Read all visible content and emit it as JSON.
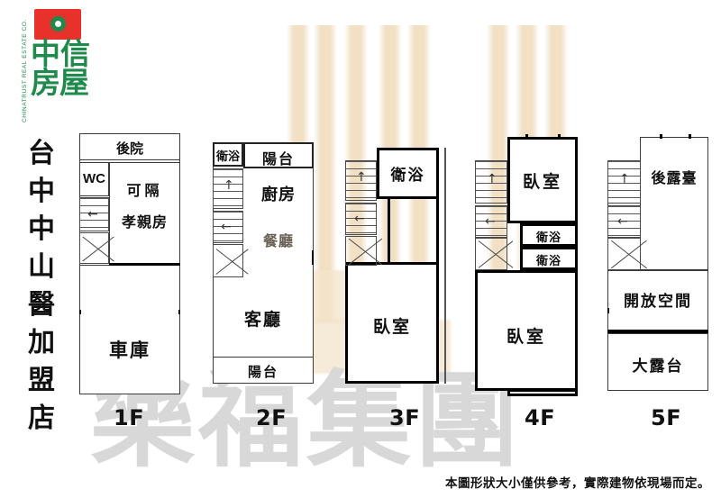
{
  "brand": {
    "name_chars": [
      "中信",
      "房屋"
    ],
    "english": "CHINATRUST REAL ESTATE CO.",
    "logo_color": "#1f8a4c",
    "mark_color": "#e8312a"
  },
  "shop_title": "台中中山醫加盟店",
  "watermark": {
    "text": "樂福集團",
    "color": "#d8d8d8"
  },
  "disclaimer": "本圖形狀大小僅供參考，實際建物依現場而定。",
  "floors": [
    {
      "label": "1F",
      "rooms": [
        {
          "name": "後院"
        },
        {
          "name": "WC"
        },
        {
          "name": "可隔"
        },
        {
          "name": "孝親房"
        },
        {
          "name": "車庫"
        }
      ],
      "stair_arrow": "←"
    },
    {
      "label": "2F",
      "rooms": [
        {
          "name": "衛浴"
        },
        {
          "name": "陽台"
        },
        {
          "name": "廚房"
        },
        {
          "name": "餐廳"
        },
        {
          "name": "客廳"
        },
        {
          "name": "陽台"
        }
      ],
      "stair_arrow_up": "↑",
      "stair_arrow_down": "←"
    },
    {
      "label": "3F",
      "rooms": [
        {
          "name": "衛浴"
        },
        {
          "name": "臥室"
        }
      ],
      "stair_arrow_up": "↑",
      "stair_arrow_down": "←"
    },
    {
      "label": "4F",
      "rooms": [
        {
          "name": "臥室"
        },
        {
          "name": "衛浴"
        },
        {
          "name": "衛浴"
        },
        {
          "name": "臥室"
        }
      ],
      "stair_arrow_up": "↑",
      "stair_arrow_down": "←"
    },
    {
      "label": "5F",
      "rooms": [
        {
          "name": "後露臺"
        },
        {
          "name": "開放空間"
        },
        {
          "name": "大露台"
        }
      ],
      "stair_arrow_up": "↑",
      "stair_arrow_down": "←"
    }
  ]
}
